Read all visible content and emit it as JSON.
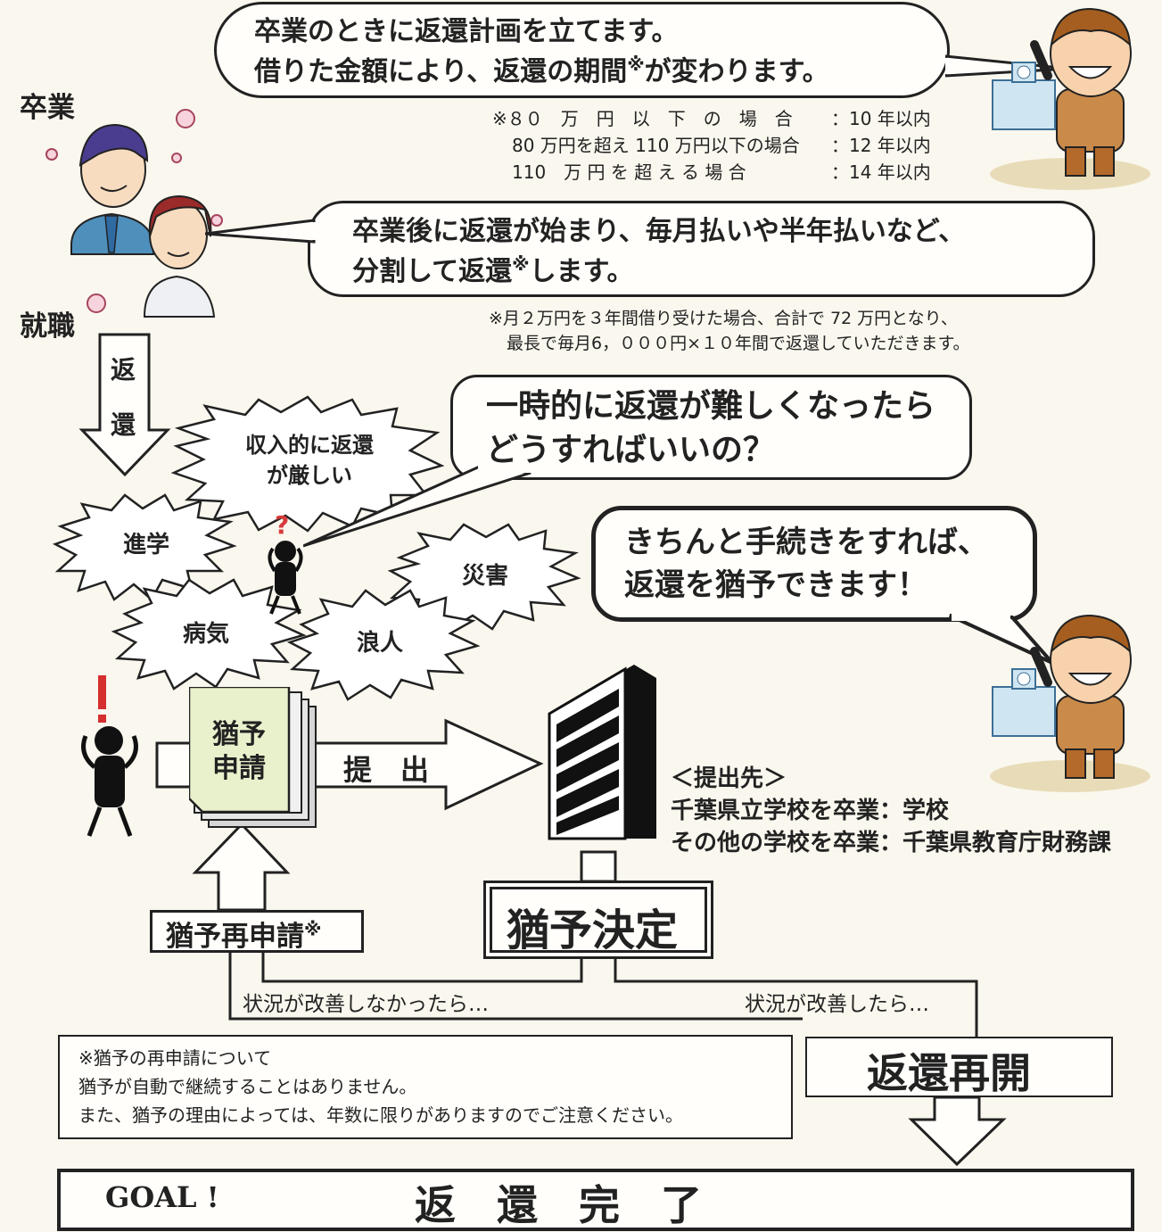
{
  "labels": {
    "graduation": "卒業",
    "employment": "就職",
    "repay_arrow": [
      "返",
      "還"
    ]
  },
  "bubble1": {
    "line1": "卒業のときに返還計画を立てます。",
    "line2_pre": "借りた金額により、返還の期間",
    "line2_mark": "※",
    "line2_post": "が変わります。"
  },
  "period_note": {
    "rows": [
      {
        "condition": "※８０　万　円　以　下　の　場　合",
        "period": "：10 年以内"
      },
      {
        "condition": "80 万円を超え 110 万円以下の場合",
        "period": "：12 年以内"
      },
      {
        "condition": "110　万 円 を 超 え る 場 合",
        "period": "：14 年以内"
      }
    ]
  },
  "bubble2": {
    "line1": "卒業後に返還が始まり、毎月払いや半年払いなど、",
    "line2_pre": "分割して返還",
    "line2_mark": "※",
    "line2_post": "します。"
  },
  "installment_note": {
    "line1": "※月２万円を３年間借り受けた場合、合計で 72 万円となり、",
    "line2": "最長で毎月6，０００円×１０年間で返還していただきます。"
  },
  "bubble3": {
    "line1": "一時的に返還が難しくなったら",
    "line2": "どうすればいいの？"
  },
  "bursts": {
    "income_l1": "収入的に返還",
    "income_l2": "が厳しい",
    "study": "進学",
    "disaster": "災害",
    "illness": "病気",
    "ronin": "浪人"
  },
  "bubble4": {
    "line1": "きちんと手続きをすれば、",
    "line2": "返還を猶予できます！"
  },
  "flow": {
    "application_l1": "猶予",
    "application_l2": "申請",
    "submit": "提　出",
    "destination_title": "＜提出先＞",
    "destination_1": "千葉県立学校を卒業：学校",
    "destination_2": "その他の学校を卒業：千葉県教育庁財務課",
    "decision": "猶予決定",
    "reapply": "猶予再申請",
    "reapply_mark": "※",
    "not_improved": "状況が改善しなかったら…",
    "improved": "状況が改善したら…",
    "resume": "返還再開"
  },
  "reapply_note": {
    "line1": "※猶予の再申請について",
    "line2": "猶予が自動で継続することはありません。",
    "line3": "また、猶予の理由によっては、年数に限りがありますのでご注意ください。"
  },
  "goal": {
    "tag": "GOAL !",
    "title": "返　還　完　了"
  }
}
